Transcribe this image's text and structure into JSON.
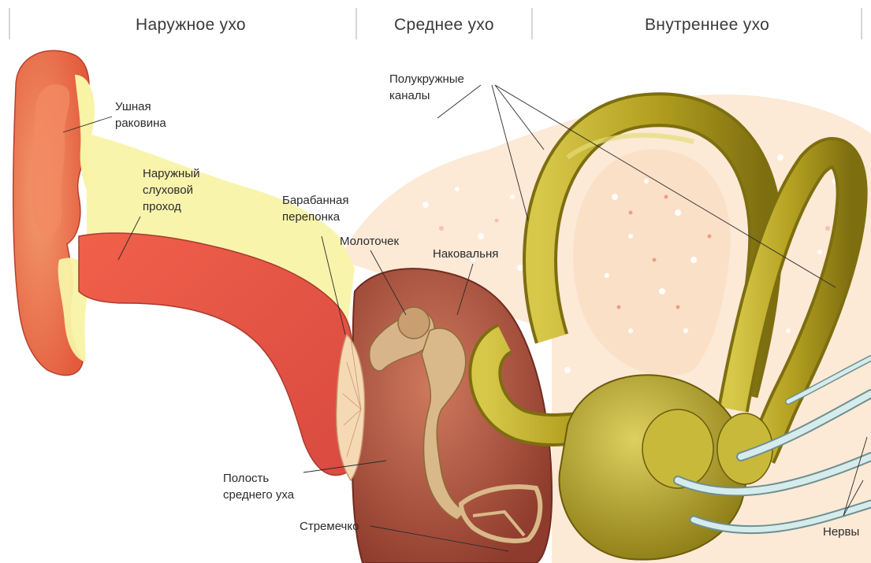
{
  "sections": {
    "outer": "Наружное ухо",
    "middle": "Среднее ухо",
    "inner": "Внутреннее  ухо"
  },
  "labels": {
    "pinna": "Ушная\nраковина",
    "ear_canal": "Наружный\nслуховой\nпроход",
    "eardrum": "Барабанная\nперепонка",
    "malleus": "Молоточек",
    "incus": "Наковальня",
    "semicircular_canals": "Полукружные\nканалы",
    "middle_ear_cavity": "Полость\nсреднего уха",
    "stapes": "Стремечко",
    "nerves": "Нервы"
  },
  "colors": {
    "skin": "#f07a58",
    "skin_light": "#f9f2a0",
    "canal": "#e8574a",
    "cavity": "#b85a45",
    "bone": "#d9b98a",
    "cochlea": "#bfae2a",
    "cochlea_dark": "#7d6e10",
    "speckle_bg": "#fbe7d5",
    "nerve": "#cfe6e6"
  }
}
